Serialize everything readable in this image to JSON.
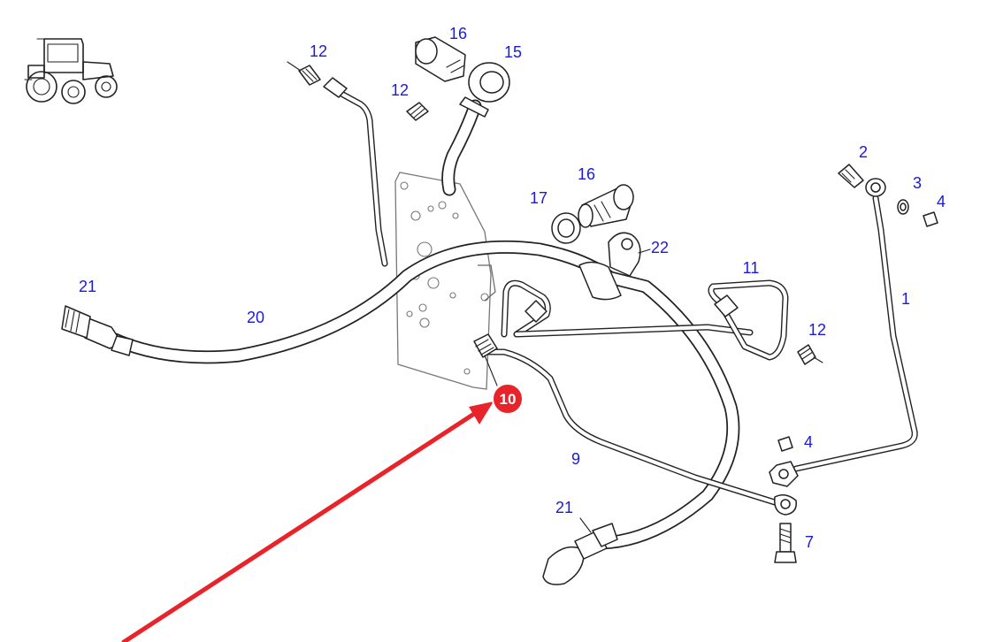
{
  "diagram": {
    "accent_color": "#e8232a",
    "label_color": "#1a1adf",
    "highlighted_part": "10",
    "part_labels": [
      "12",
      "16",
      "15",
      "12",
      "2",
      "3",
      "4",
      "16",
      "17",
      "22",
      "11",
      "1",
      "21",
      "20",
      "12",
      "10",
      "4",
      "9",
      "21",
      "7"
    ],
    "icons": [
      "tractor-icon",
      "red-arrow-pointer"
    ]
  }
}
